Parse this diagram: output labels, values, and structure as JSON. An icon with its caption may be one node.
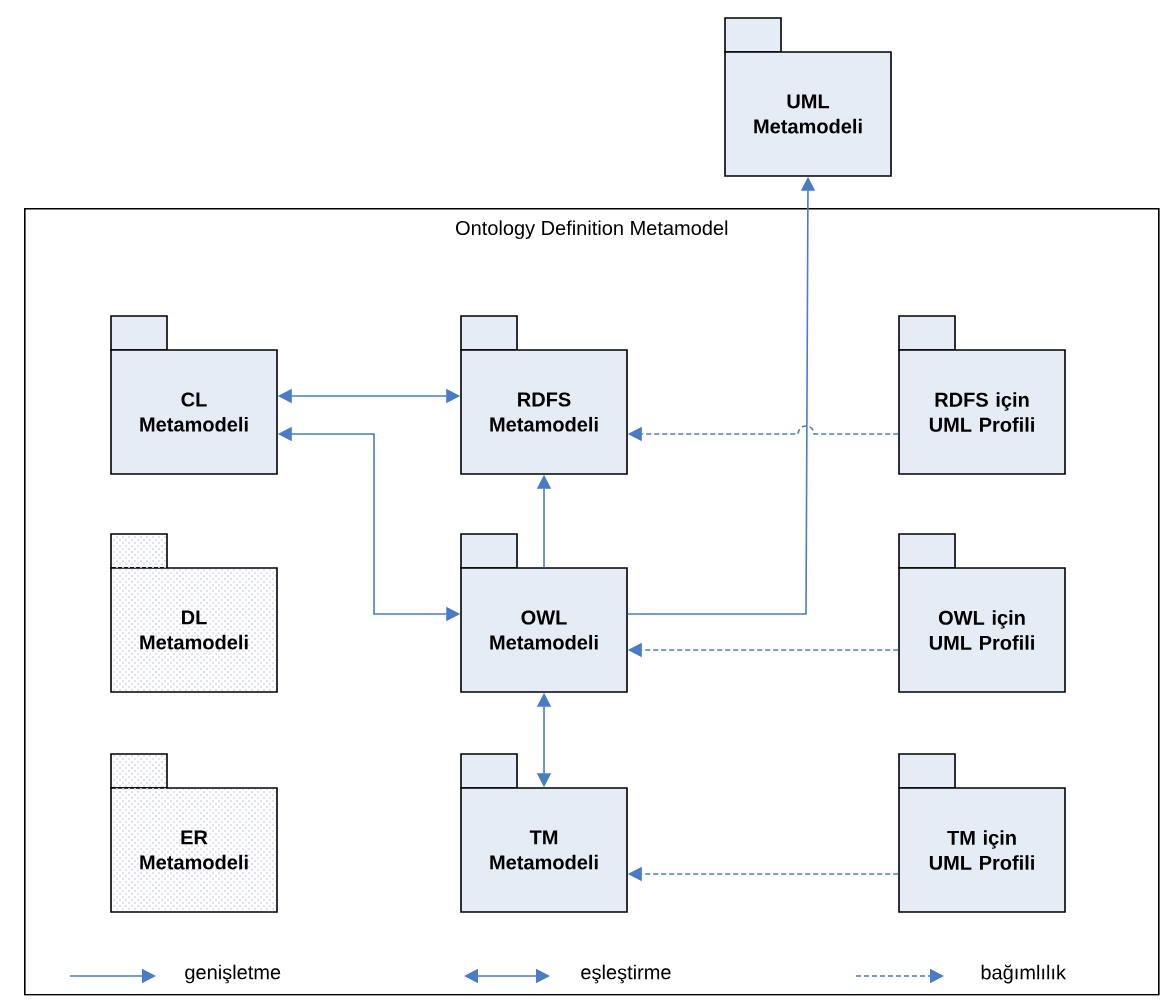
{
  "diagram": {
    "nodes": [
      {
        "text": [
          "UML Metamodeli"
        ]
      },
      {
        "text": [
          "Ontology Definition Metamodel"
        ]
      },
      {
        "text": [
          "CL Metamodeli"
        ],
        "in": 1
      },
      {
        "text": [
          "RDFS Metamodeli"
        ],
        "in": 1
      },
      {
        "text": [
          "RDFS için UML Profili"
        ],
        "in": 1
      },
      {
        "text": [
          "DL Metamodeli"
        ],
        "in": 1
      },
      {
        "text": [
          "OWL Metamodeli"
        ],
        "in": 1
      },
      {
        "text": [
          "OWL için UML Profili"
        ],
        "in": 1
      },
      {
        "text": [
          "ER Metamodeli"
        ],
        "in": 1
      },
      {
        "text": [
          "TM Metamodeli"
        ],
        "in": 1
      },
      {
        "text": [
          "TM için UML Profili"
        ],
        "in": 1
      }
    ],
    "edges": [
      {
        "from": 2,
        "to": 3,
        "arrow": "both"
      },
      {
        "from": 2,
        "to": 6,
        "arrow": "both"
      },
      {
        "from": 6,
        "to": 3,
        "arrow": "to"
      },
      {
        "from": 6,
        "to": 0,
        "arrow": "to"
      },
      {
        "from": 4,
        "to": 3,
        "arrow": "to",
        "style": "dashed"
      },
      {
        "from": 7,
        "to": 6,
        "arrow": "to",
        "style": "dashed"
      },
      {
        "from": 6,
        "to": 9,
        "arrow": "both"
      },
      {
        "from": 10,
        "to": 9,
        "arrow": "to",
        "style": "dashed"
      }
    ],
    "legend": [
      {
        "text": "genişletme"
      },
      {
        "text": "eşleştirme"
      },
      {
        "text": "bağımlılık"
      }
    ]
  }
}
